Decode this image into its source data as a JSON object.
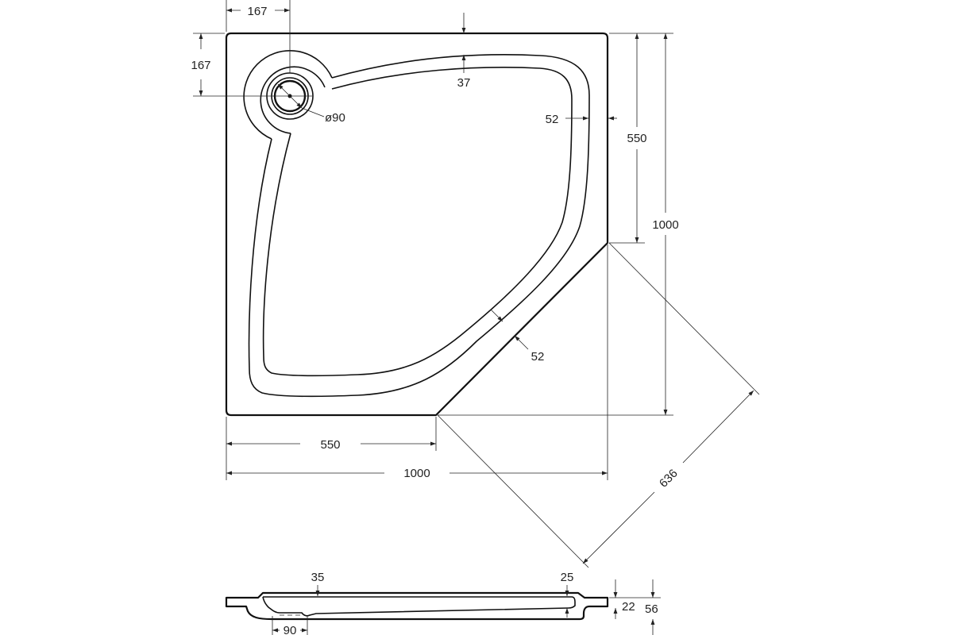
{
  "dimensions": {
    "drain_offset_x": "167",
    "drain_offset_y": "167",
    "rim_top": "37",
    "rim_side": "52",
    "rim_diagonal": "52",
    "drain_diameter": "ø90",
    "side_straight_right": "550",
    "height_total": "1000",
    "bottom_straight": "550",
    "width_total": "1000",
    "diagonal": "636",
    "profile_lip_left": "35",
    "profile_lip_right": "25",
    "profile_drain_width": "90",
    "profile_rim_height": "22",
    "profile_total_height": "56"
  }
}
